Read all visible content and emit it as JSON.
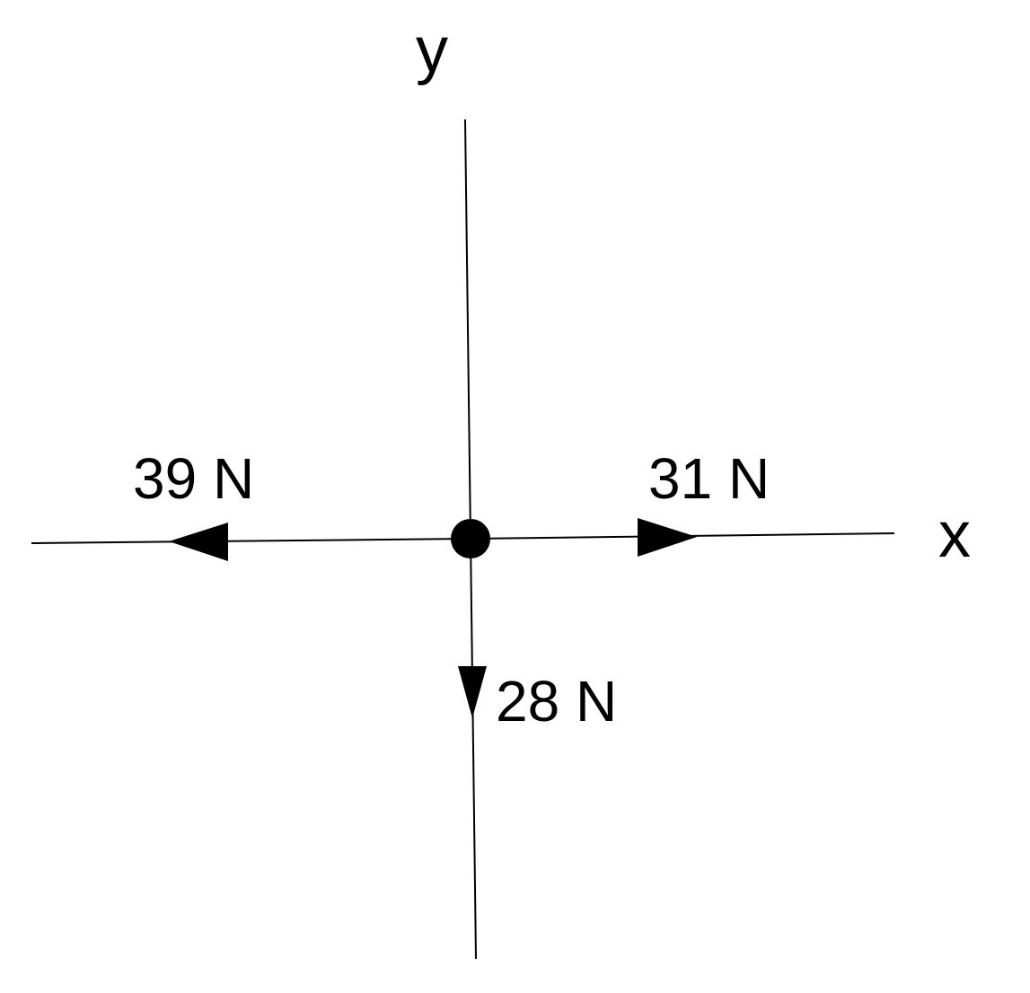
{
  "axes": {
    "x_label": "x",
    "y_label": "y"
  },
  "forces": [
    {
      "label": "39 N",
      "direction": "left",
      "magnitude": 39
    },
    {
      "label": "31 N",
      "direction": "right",
      "magnitude": 31
    },
    {
      "label": "28 N",
      "direction": "down",
      "magnitude": 28
    }
  ],
  "colors": {
    "line": "#000000",
    "background": "#ffffff"
  }
}
